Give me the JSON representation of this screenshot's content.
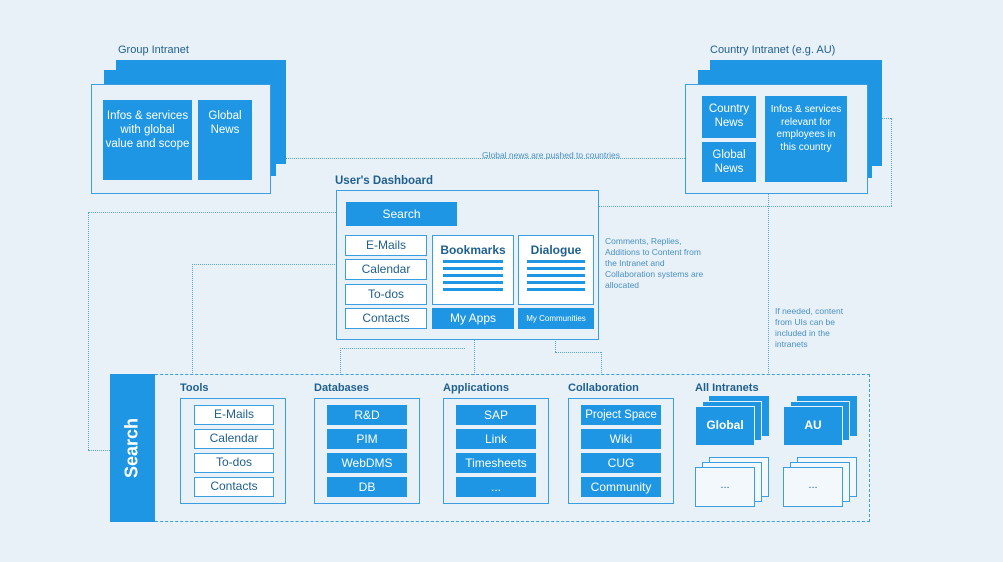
{
  "group_intranet": {
    "title": "Group Intranet",
    "infos": "Infos & services with global value and scope",
    "news": "Global News"
  },
  "country_intranet": {
    "title": "Country Intranet (e.g. AU)",
    "country_news": "Country News",
    "global_news": "Global News",
    "infos": "Infos & services relevant for employees in this country"
  },
  "notes": {
    "global_push": "Global news are pushed to countries",
    "comments": "Comments, Replies, Additions to Content from the Intranet and Collaboration systems are allocated",
    "if_needed": "If needed, content from UIs can be included in the intranets"
  },
  "dashboard": {
    "title": "User's Dashboard",
    "search": "Search",
    "items": [
      "E-Mails",
      "Calendar",
      "To-dos",
      "Contacts"
    ],
    "bookmarks": "Bookmarks",
    "dialogue": "Dialogue",
    "my_apps": "My Apps",
    "my_communities": "My Communities"
  },
  "search_panel": {
    "label": "Search",
    "tools": {
      "title": "Tools",
      "items": [
        "E-Mails",
        "Calendar",
        "To-dos",
        "Contacts"
      ]
    },
    "databases": {
      "title": "Databases",
      "items": [
        "R&D",
        "PIM",
        "WebDMS",
        "DB"
      ]
    },
    "applications": {
      "title": "Applications",
      "items": [
        "SAP",
        "Link",
        "Timesheets",
        "..."
      ]
    },
    "collaboration": {
      "title": "Collaboration",
      "items": [
        "Project Space",
        "Wiki",
        "CUG",
        "Community"
      ]
    },
    "all_intranets": {
      "title": "All Intranets",
      "global": "Global",
      "au": "AU",
      "more": "..."
    }
  },
  "colors": {
    "accent": "#1e96e4",
    "background": "#e8f1f8",
    "text": "#1f5f8e"
  }
}
